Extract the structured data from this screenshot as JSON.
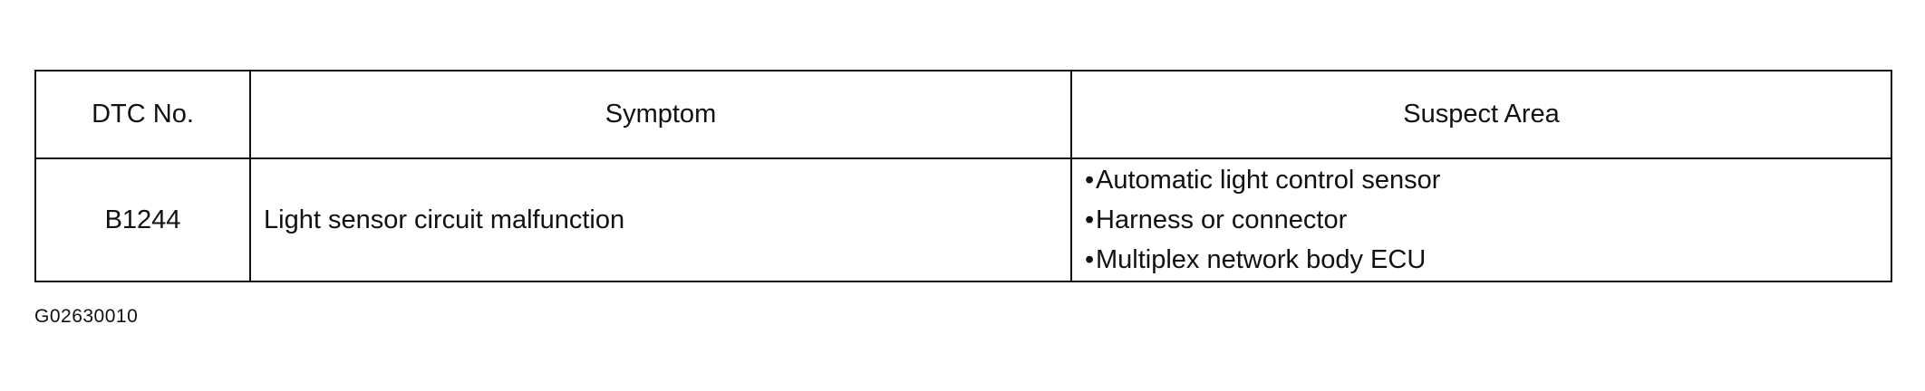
{
  "table": {
    "headers": {
      "dtc": "DTC No.",
      "symptom": "Symptom",
      "suspect": "Suspect Area"
    },
    "rows": [
      {
        "dtc": "B1244",
        "symptom": "Light sensor circuit malfunction",
        "suspect_areas": [
          "Automatic light control sensor",
          "Harness or connector",
          "Multiplex network body ECU"
        ]
      }
    ]
  },
  "bullet_glyph": "•",
  "figure_id": "G02630010"
}
